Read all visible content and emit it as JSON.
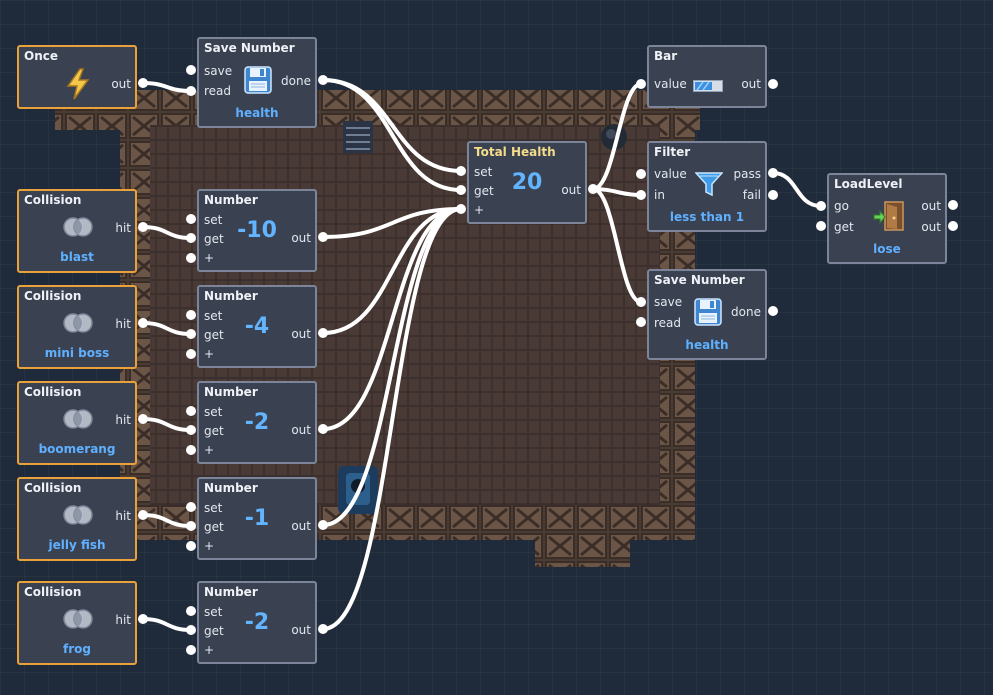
{
  "nodes": {
    "once": {
      "title": "Once",
      "out": "out",
      "icon": "lightning-icon"
    },
    "save_top": {
      "title": "Save Number",
      "save": "save",
      "read": "read",
      "done": "done",
      "caption": "health",
      "icon": "floppy-disk-icon"
    },
    "collisions": [
      {
        "title": "Collision",
        "hit": "hit",
        "caption": "blast",
        "icon": "collision-icon"
      },
      {
        "title": "Collision",
        "hit": "hit",
        "caption": "mini boss",
        "icon": "collision-icon"
      },
      {
        "title": "Collision",
        "hit": "hit",
        "caption": "boomerang",
        "icon": "collision-icon"
      },
      {
        "title": "Collision",
        "hit": "hit",
        "caption": "jelly fish",
        "icon": "collision-icon"
      },
      {
        "title": "Collision",
        "hit": "hit",
        "caption": "frog",
        "icon": "collision-icon"
      }
    ],
    "numbers": [
      {
        "title": "Number",
        "set": "set",
        "get": "get",
        "plus": "+",
        "value": "-10",
        "out": "out"
      },
      {
        "title": "Number",
        "set": "set",
        "get": "get",
        "plus": "+",
        "value": "-4",
        "out": "out"
      },
      {
        "title": "Number",
        "set": "set",
        "get": "get",
        "plus": "+",
        "value": "-2",
        "out": "out"
      },
      {
        "title": "Number",
        "set": "set",
        "get": "get",
        "plus": "+",
        "value": "-1",
        "out": "out"
      },
      {
        "title": "Number",
        "set": "set",
        "get": "get",
        "plus": "+",
        "value": "-2",
        "out": "out"
      }
    ],
    "total": {
      "title": "Total Health",
      "set": "set",
      "get": "get",
      "plus": "+",
      "value": "20",
      "out": "out"
    },
    "bar": {
      "title": "Bar",
      "value": "value",
      "out": "out",
      "icon": "progress-bar-icon"
    },
    "filter": {
      "title": "Filter",
      "value": "value",
      "in": "in",
      "pass": "pass",
      "fail": "fail",
      "caption": "less than 1",
      "icon": "funnel-icon"
    },
    "save_bottom": {
      "title": "Save Number",
      "save": "save",
      "read": "read",
      "done": "done",
      "caption": "health",
      "icon": "floppy-disk-icon"
    },
    "loadlevel": {
      "title": "LoadLevel",
      "go": "go",
      "get": "get",
      "out1": "out",
      "out2": "out",
      "caption": "lose",
      "icon": "door-exit-icon"
    }
  },
  "colors": {
    "background": "#1f2b3a",
    "node_fill": "#3a4252",
    "node_border": "#7b8499",
    "event_border": "#e9a23b",
    "accent": "#62b4ff",
    "title_highlight": "#f4dc8a",
    "wire": "#ffffff"
  }
}
